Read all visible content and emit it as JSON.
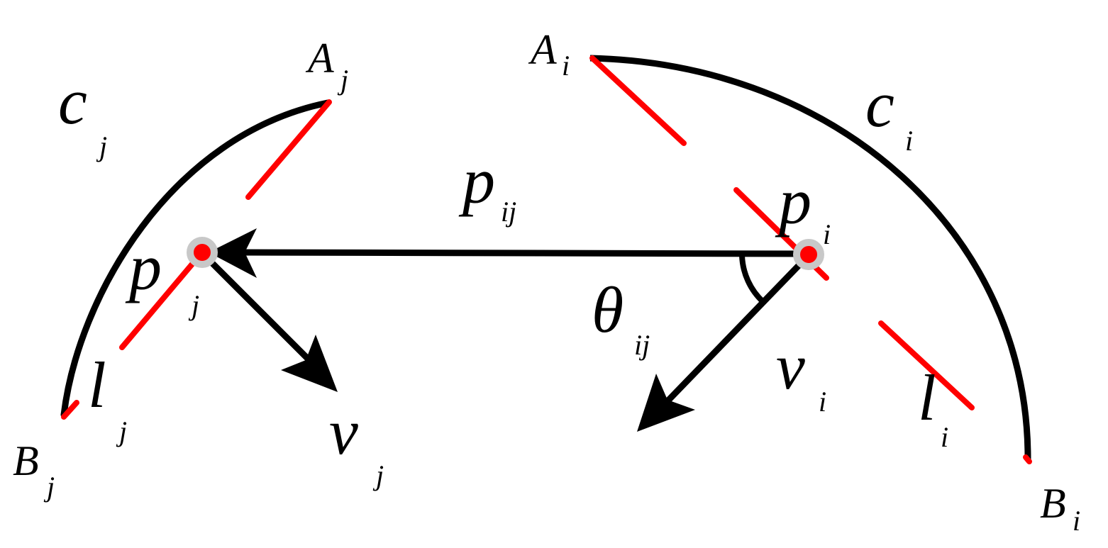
{
  "colors": {
    "curve": "#000000",
    "segment": "#ff0000",
    "point_ring": "#c8c8c8",
    "point_center": "#ff0000",
    "arrow": "#000000"
  },
  "labels": {
    "c_j": {
      "base": "c",
      "sub": "j"
    },
    "c_i": {
      "base": "c",
      "sub": "i"
    },
    "A_j": {
      "base": "A",
      "sub": "j"
    },
    "A_i": {
      "base": "A",
      "sub": "i"
    },
    "B_j": {
      "base": "B",
      "sub": "j"
    },
    "B_i": {
      "base": "B",
      "sub": "i"
    },
    "p_ij": {
      "base": "p",
      "sub": "ij"
    },
    "p_i": {
      "base": "p",
      "sub": "i"
    },
    "p_j": {
      "base": "p",
      "sub": "j"
    },
    "theta_ij": {
      "base": "θ",
      "sub": "ij"
    },
    "l_j": {
      "base": "l",
      "sub": "j"
    },
    "l_i": {
      "base": "l",
      "sub": "i"
    },
    "v_j": {
      "base": "v",
      "sub": "j"
    },
    "v_i": {
      "base": "v",
      "sub": "i"
    }
  }
}
